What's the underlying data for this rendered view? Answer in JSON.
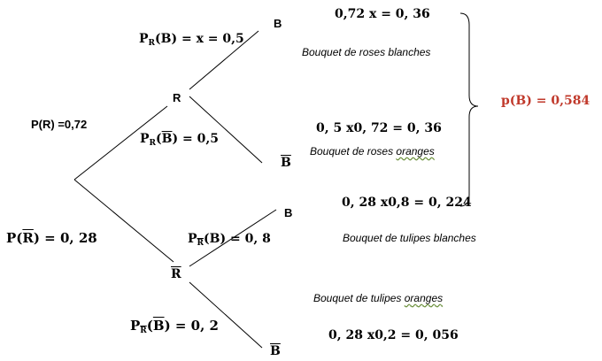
{
  "nodes": {
    "root_to_R_prob": "P(R) =0,72",
    "R": "R",
    "R_bar": "R",
    "B_top": "B",
    "B_bar_mid": "B",
    "B_mid": "B",
    "B_bar_bottom": "B"
  },
  "branches": {
    "pRB": {
      "P": "P",
      "sub": "R",
      "rest": "(B) = x = 0,5"
    },
    "pRBbar": {
      "P": "P",
      "sub": "R",
      "open": "(",
      "B": "B",
      "close": ") = 0,5"
    },
    "pRbar": {
      "open": "P(",
      "R": "R",
      "close": ") = 0, 28"
    },
    "pRbarB": {
      "P": "P",
      "sub": "R",
      "rest": "(B) = 0, 8"
    },
    "pRbarBbar": {
      "P": "P",
      "sub": "R",
      "open": "(",
      "B": "B",
      "close": ") = 0, 2"
    }
  },
  "products": {
    "p1": "0,72 x = 0, 36",
    "p2": "0, 5 x0, 72 = 0, 36",
    "p3": "0, 28 x0,8 = 0, 224",
    "p4": "0, 28 x0,2 = 0, 056"
  },
  "outcomes": {
    "o1": "Bouquet de roses blanches",
    "o2_a": "Bouquet de roses ",
    "o2_b": "oranges",
    "o3": "Bouquet de tulipes blanches",
    "o4_a": "Bouquet de tulipes ",
    "o4_b": "oranges"
  },
  "total": "p(B) = 0,584",
  "colors": {
    "total": "#c0392b",
    "lines": "#000000"
  }
}
